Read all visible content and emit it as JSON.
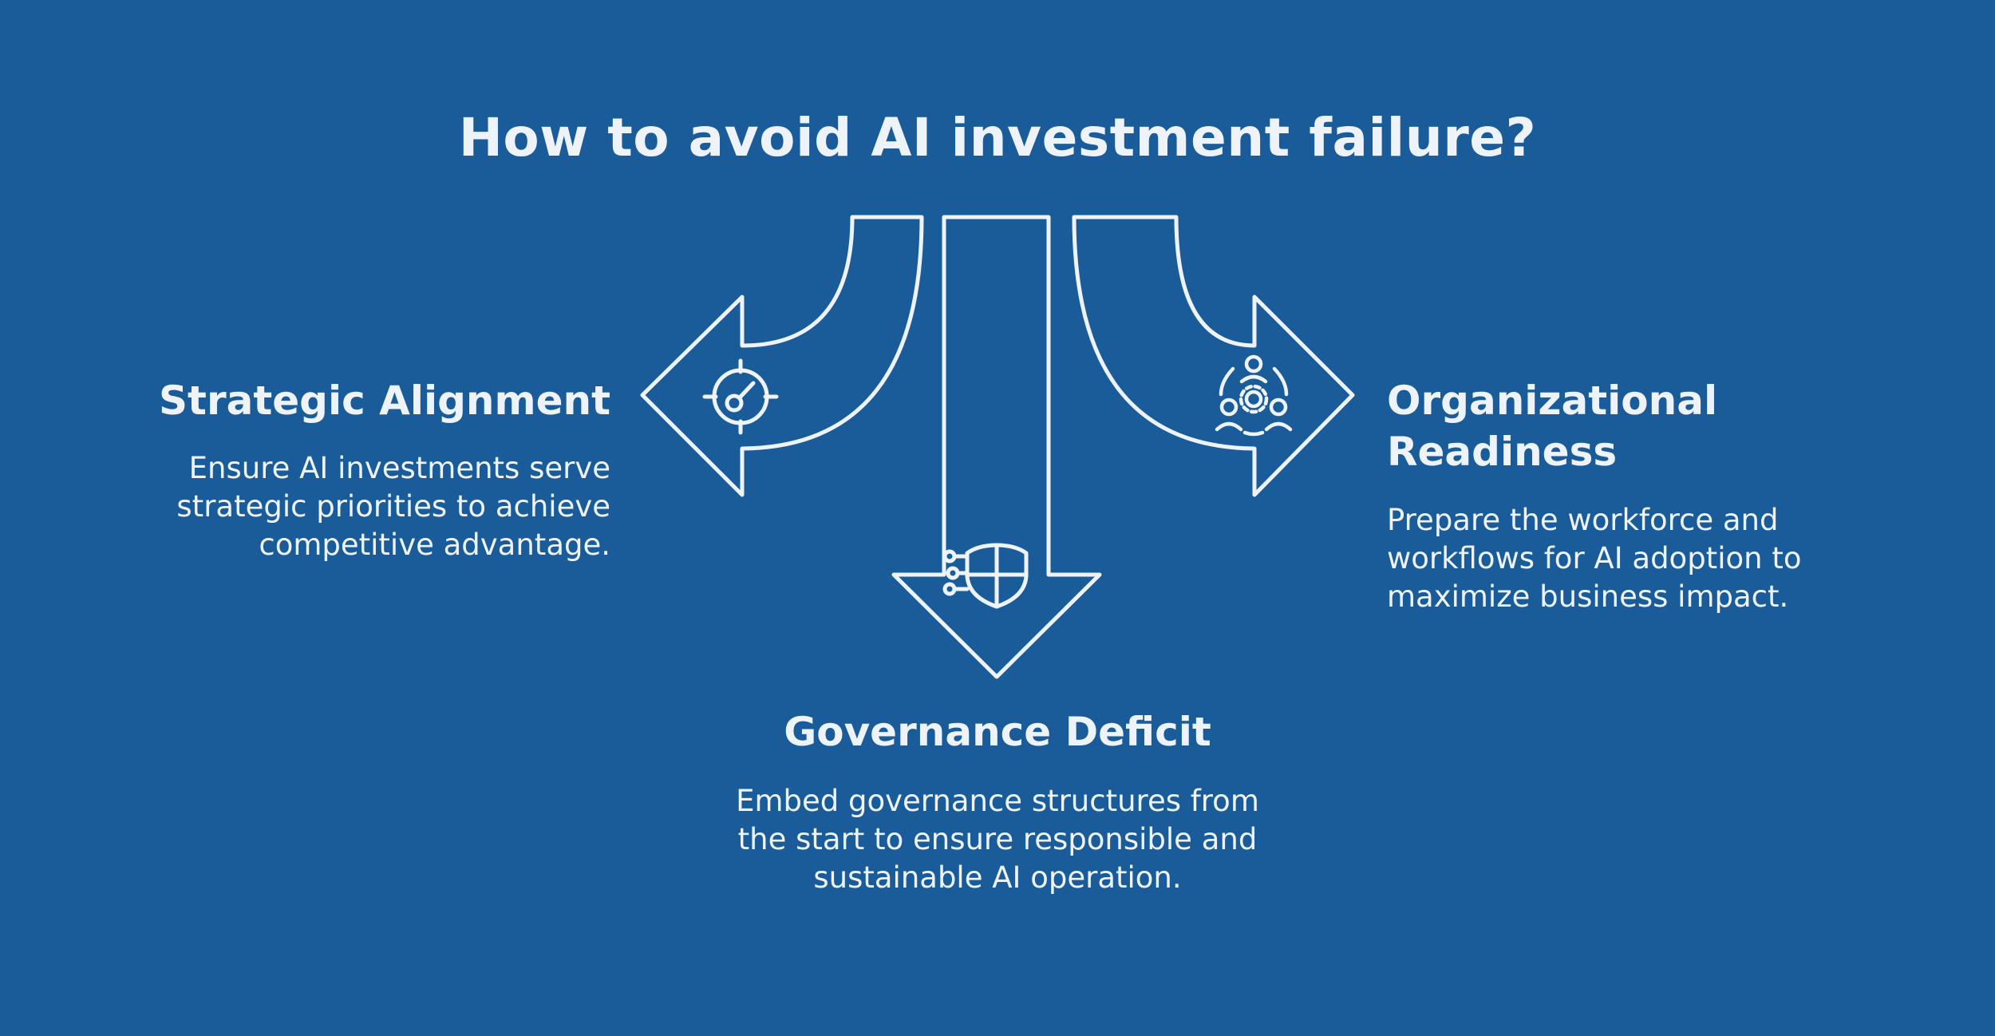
{
  "title": "How to avoid AI investment failure?",
  "branches": [
    {
      "heading": "Strategic Alignment",
      "description": "Ensure AI investments serve strategic priorities to achieve competitive advantage.",
      "icon": "gauge-target-icon"
    },
    {
      "heading": "Governance Deficit",
      "description": "Embed governance structures from the start to ensure responsible and sustainable AI operation.",
      "icon": "circuit-shield-icon"
    },
    {
      "heading": "Organizational Readiness",
      "description": "Prepare the workforce and workflows for AI adoption to maximize business impact.",
      "icon": "team-gear-icon"
    }
  ],
  "colors": {
    "background": "#1a5c99",
    "foreground": "#eef3f9"
  }
}
